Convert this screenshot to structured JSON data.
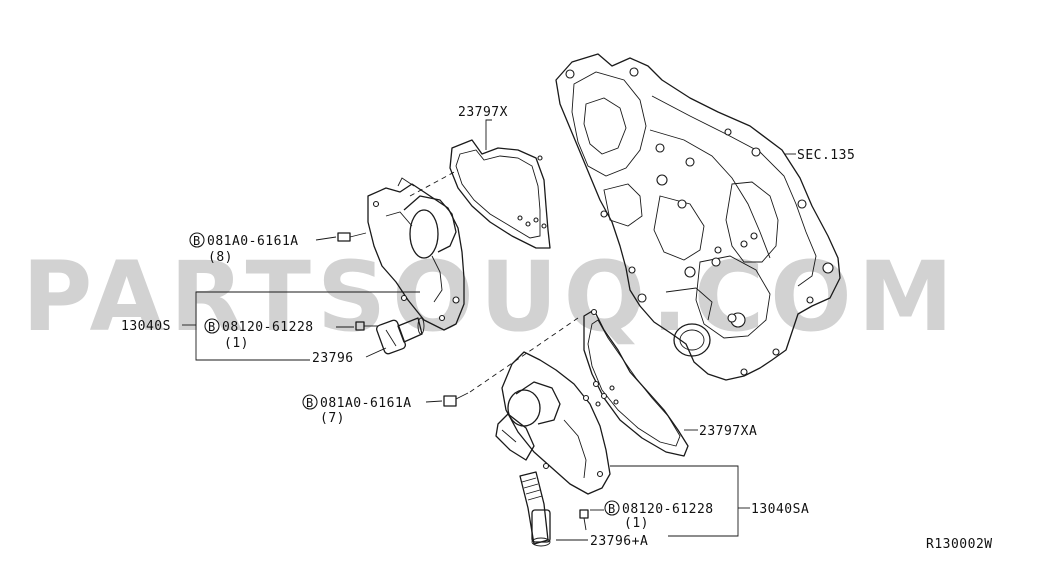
{
  "watermark": "PARTSOUQ.COM",
  "diagram_code": "R130002W",
  "callouts": {
    "gasket_upper": "23797X",
    "sec": "SEC.135",
    "bolt_upper": "081A0-6161A",
    "bolt_upper_qty": "(8)",
    "bolt_upper_badge": "B",
    "assy_upper": "13040S",
    "bolt_mid": "08120-61228",
    "bolt_mid_qty": "(1)",
    "bolt_mid_badge": "B",
    "solenoid_upper": "23796",
    "bolt_lower": "081A0-6161A",
    "bolt_lower_qty": "(7)",
    "bolt_lower_badge": "B",
    "gasket_lower": "23797XA",
    "bolt_low2": "08120-61228",
    "bolt_low2_qty": "(1)",
    "bolt_low2_badge": "B",
    "assy_lower": "13040SA",
    "solenoid_lower": "23796+A"
  }
}
